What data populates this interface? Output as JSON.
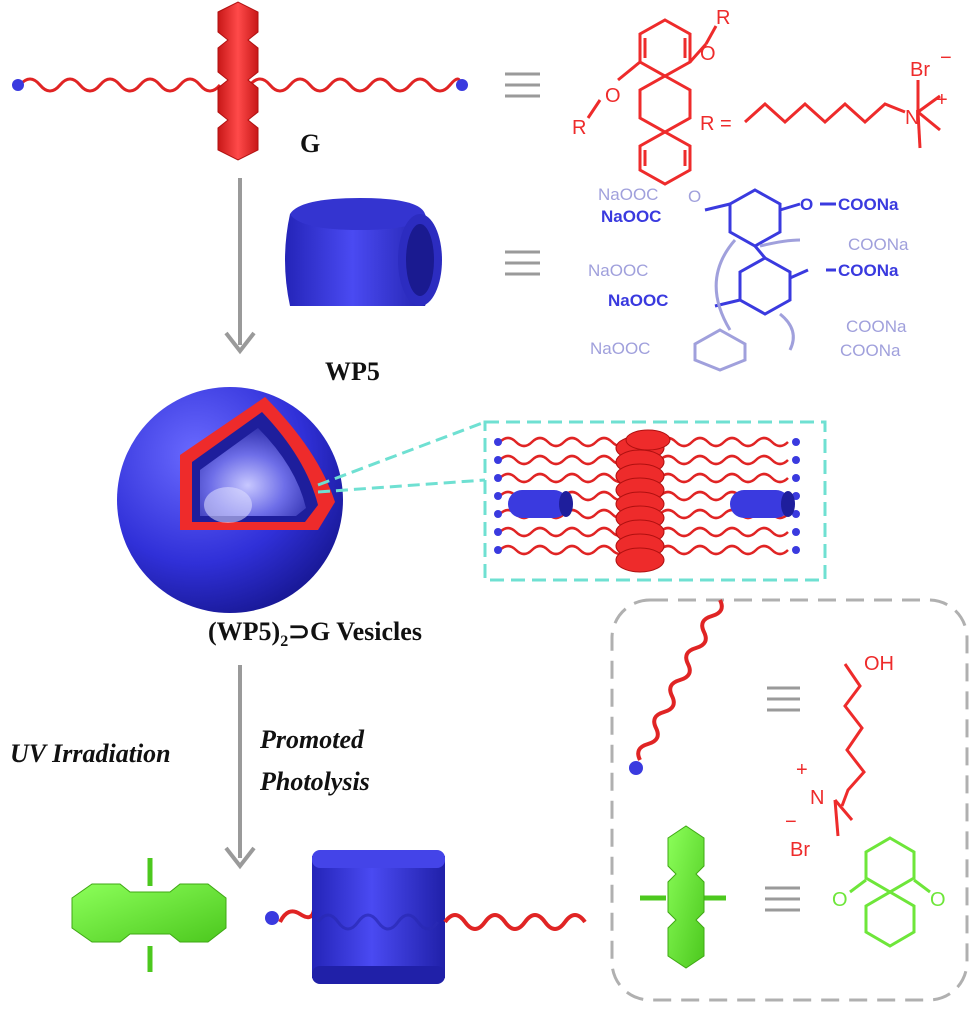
{
  "labels": {
    "g": "G",
    "wp5": "WP5",
    "vesicles_main": "(WP5)",
    "vesicles_sub": "2",
    "vesicles_rest": "⊃G Vesicles",
    "uv": "UV Irradiation",
    "promoted": "Promoted",
    "photolysis": "Photolysis"
  },
  "chem_g": {
    "o_left": "O",
    "o_right": "O",
    "r_left": "R",
    "r_right": "R",
    "r_def": "R =",
    "br": "Br",
    "minus": "−",
    "n": "N",
    "plus": "+"
  },
  "chem_wp5": {
    "r1_left": "NaOOC",
    "r1_o": "O",
    "r2_left": "NaOOC",
    "r2_right": "COONa",
    "r3": "COONa",
    "r4_left": "NaOOC",
    "r4_right": "COONa",
    "r5_left": "NaOOC",
    "r6": "COONa",
    "r7_left": "NaOOC",
    "r7_right": "COONa",
    "o_generic": "O"
  },
  "chem_product": {
    "oh": "OH",
    "n": "N",
    "plus": "+",
    "br": "Br",
    "minus": "−",
    "o_left": "O",
    "o_right": "O"
  },
  "colors": {
    "red": "#ee2b2b",
    "blue": "#3a3adf",
    "blue_light": "#a0a0dc",
    "green": "#6ee63a",
    "gray": "#9a9a9a",
    "teal": "#6fe0d2"
  },
  "icons": [
    "equivalence-icon",
    "down-arrow-icon",
    "chain-icon",
    "anthracene-icon",
    "macrocycle-icon",
    "vesicle-icon"
  ]
}
